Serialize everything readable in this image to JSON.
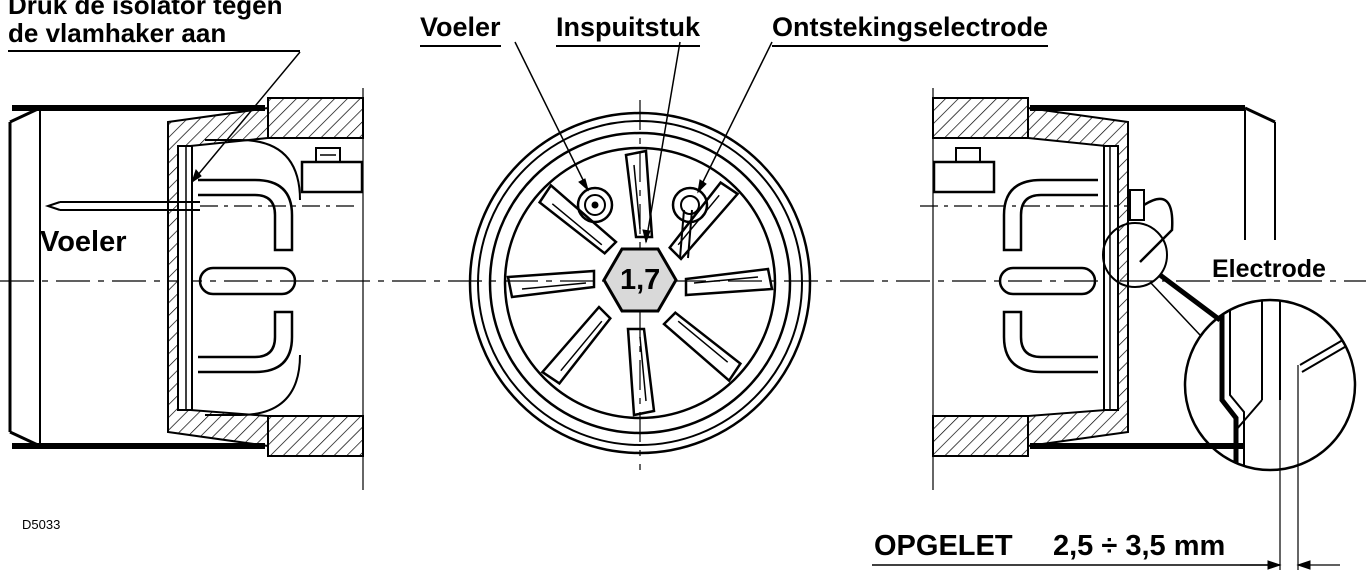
{
  "labels": {
    "isolator_line1": "Druk de isolator tegen",
    "isolator_line2": "de vlamhaker aan",
    "voeler_top": "Voeler",
    "inspuitstuk": "Inspuitstuk",
    "ontsteking": "Ontstekingselectrode",
    "voeler_left": "Voeler",
    "electrode": "Electrode",
    "nozzle_size": "1,7",
    "drawing_code": "D5033",
    "opgelet": "OPGELET",
    "gap_range": "2,5 ÷ 3,5 mm"
  }
}
